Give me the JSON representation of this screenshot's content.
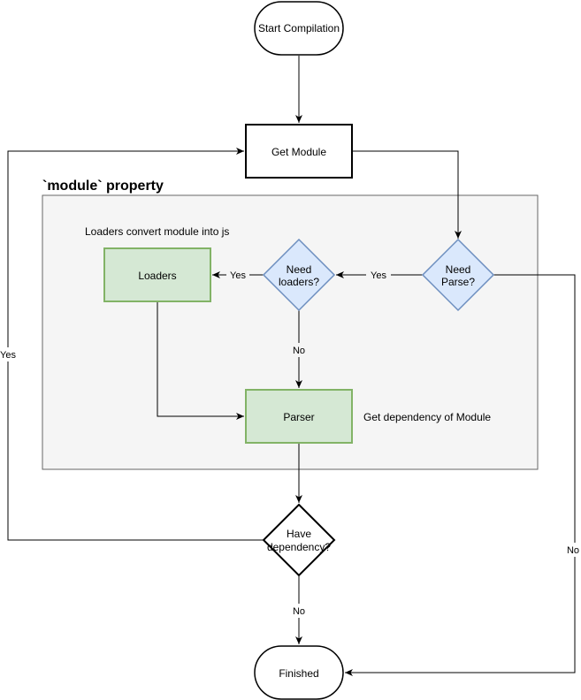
{
  "container": {
    "title": "`module` property",
    "note_loaders": "Loaders convert module into js",
    "note_parser": "Get dependency of Module"
  },
  "nodes": {
    "start": "Start Compilation",
    "get_module": "Get Module",
    "need_parse": [
      "Need",
      "Parse?"
    ],
    "need_loaders": [
      "Need",
      "loaders?"
    ],
    "loaders": "Loaders",
    "parser": "Parser",
    "have_dependency": [
      "Have",
      "dependency?"
    ],
    "finished": "Finished"
  },
  "edge_labels": {
    "need_parse_yes": "Yes",
    "need_loaders_yes": "Yes",
    "need_loaders_no": "No",
    "dependency_yes": "Yes",
    "dependency_no": "No",
    "need_parse_no": "No"
  },
  "colors": {
    "container_fill": "#f5f5f5",
    "container_stroke": "#666666",
    "green_fill": "#d5e8d4",
    "green_stroke": "#82b366",
    "blue_fill": "#dae8fc",
    "blue_stroke": "#6c8ebf"
  }
}
